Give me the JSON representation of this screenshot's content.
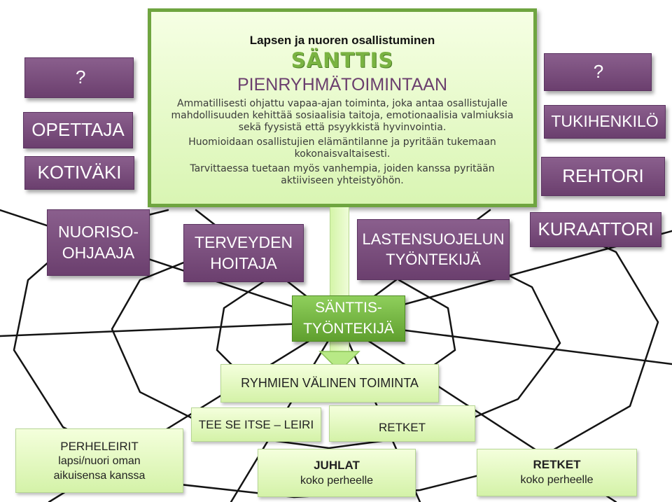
{
  "main_panel": {
    "title": "Lapsen ja nuoren osallistuminen",
    "brand": "SÄNTTIS",
    "heading": "PIENRYHMÄTOIMINTAAN",
    "paragraph1": "Ammatillisesti ohjattu vapaa-ajan toiminta, joka antaa osallistujalle mahdollisuuden kehittää sosiaalisia taitoja, emotionaalisia valmiuksia sekä fyysistä että psyykkistä hyvinvointia.",
    "paragraph2": "Huomioidaan osallistujien elämäntilanne ja pyritään tukemaan kokonaisvaltaisesti.",
    "paragraph3": "Tarvittaessa tuetaan myös vanhempia, joiden kanssa pyritään aktiiviseen yhteistyöhön."
  },
  "left_boxes": {
    "question": "?",
    "opettaja": "OPETTAJA",
    "kotivaki": "KOTIVÄKI",
    "nuoriso_line1": "NUORISO-",
    "nuoriso_line2": "OHJAAJA"
  },
  "right_boxes": {
    "question": "?",
    "tukihenkilo": "TUKIHENKILÖ",
    "rehtori": "REHTORI",
    "kuraattori": "KURAATTORI"
  },
  "middle_boxes": {
    "terveyden_line1": "TERVEYDEN",
    "terveyden_line2": "HOITAJA",
    "lastensuojelu_line1": "LASTENSUOJELUN",
    "lastensuojelu_line2": "TYÖNTEKIJÄ"
  },
  "santtis_worker": {
    "line1": "SÄNTTIS-",
    "line2": "TYÖNTEKIJÄ"
  },
  "activities": {
    "ryhmien_valinen": "RYHMIEN VÄLINEN TOIMINTA",
    "tee_se_itse": "TEE SE ITSE – LEIRI",
    "retket_top": "RETKET",
    "perheleirit_title": "PERHELEIRIT",
    "perheleirit_line1": "lapsi/nuori oman",
    "perheleirit_line2": "aikuisensa kanssa",
    "juhlat_title": "JUHLAT",
    "juhlat_sub": "koko perheelle",
    "retket_title": "RETKET",
    "retket_sub": "koko perheelle"
  },
  "colors": {
    "purple": "#7a4e7d",
    "green": "#72b041",
    "light_green": "#e6f9c8",
    "heading_purple": "#6b3f6e"
  }
}
